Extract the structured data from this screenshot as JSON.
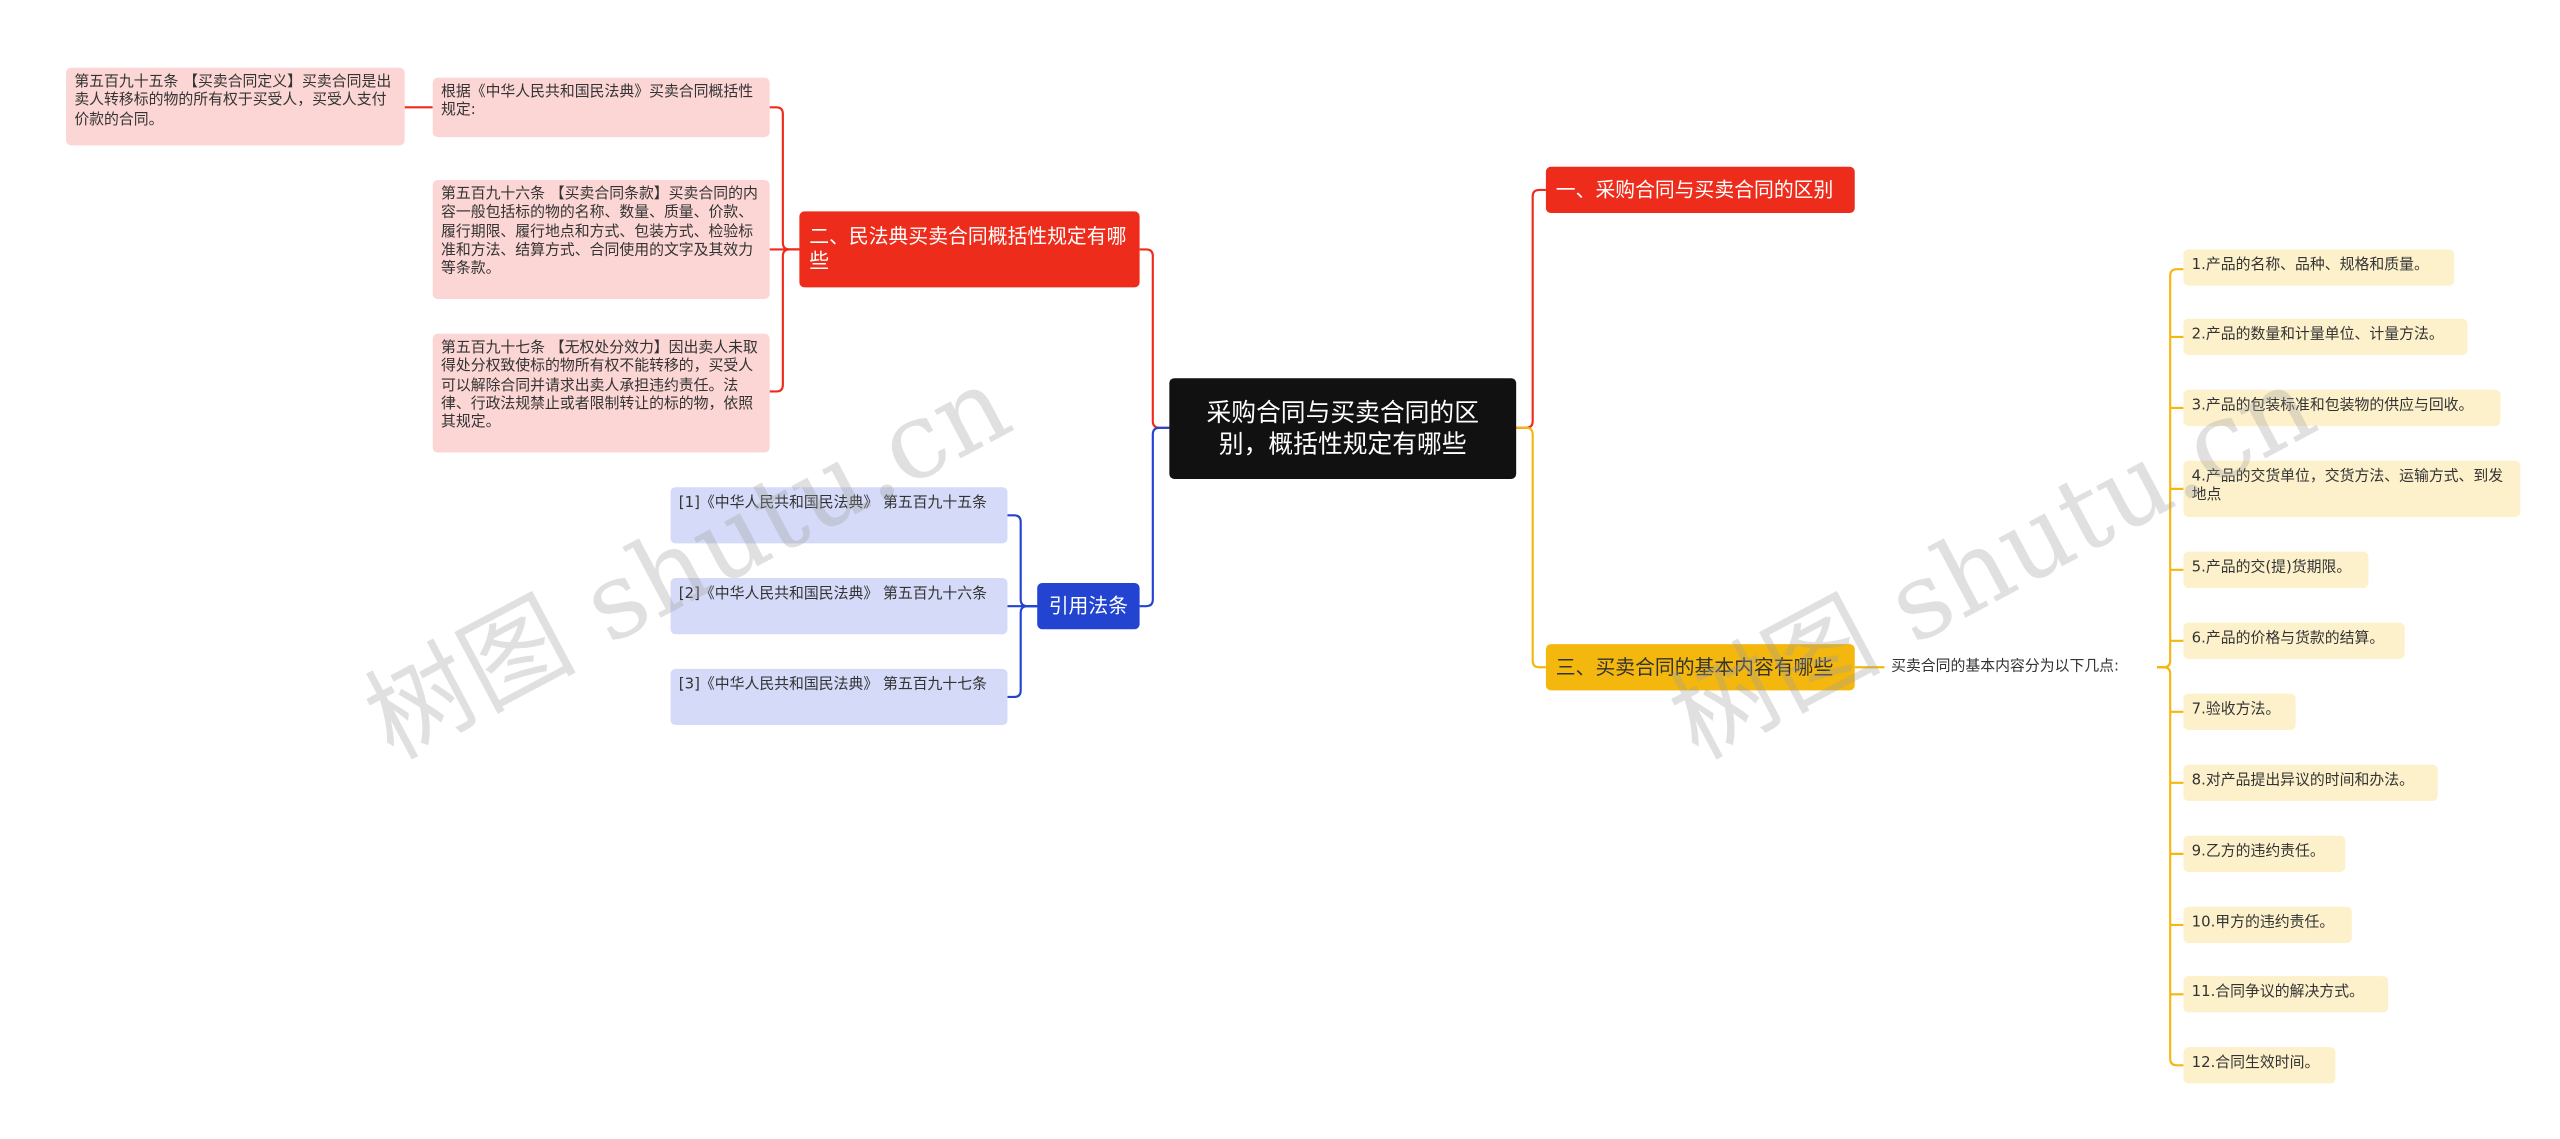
{
  "root": {
    "title": "采购合同与买卖合同的区别，概括性规定有哪些"
  },
  "branches": {
    "b1": {
      "title": "一、采购合同与买卖合同的区别"
    },
    "b2": {
      "title": "二、民法典买卖合同概括性规定有哪些",
      "intro": "根据《中华人民共和国民法典》买卖合同概括性规定:",
      "intro_detail": "第五百九十五条 【买卖合同定义】买卖合同是出卖人转移标的物的所有权于买受人，买受人支付价款的合同。",
      "article_596": "第五百九十六条 【买卖合同条款】买卖合同的内容一般包括标的物的名称、数量、质量、价款、履行期限、履行地点和方式、包装方式、检验标准和方法、结算方式、合同使用的文字及其效力等条款。",
      "article_597": "第五百九十七条 【无权处分效力】因出卖人未取得处分权致使标的物所有权不能转移的，买受人可以解除合同并请求出卖人承担违约责任。法律、行政法规禁止或者限制转让的标的物，依照其规定。"
    },
    "b3": {
      "title": "三、买卖合同的基本内容有哪些",
      "intro": "买卖合同的基本内容分为以下几点:",
      "items": [
        "1.产品的名称、品种、规格和质量。",
        "2.产品的数量和计量单位、计量方法。",
        "3.产品的包装标准和包装物的供应与回收。",
        "4.产品的交货单位，交货方法、运输方式、到发地点",
        "5.产品的交(提)货期限。",
        "6.产品的价格与货款的结算。",
        "7.验收方法。",
        "8.对产品提出异议的时间和办法。",
        "9.乙方的违约责任。",
        "10.甲方的违约责任。",
        "11.合同争议的解决方式。",
        "12.合同生效时间。"
      ]
    },
    "refs": {
      "title": "引用法条",
      "items": [
        "[1]《中华人民共和国民法典》 第五百九十五条",
        "[2]《中华人民共和国民法典》 第五百九十六条",
        "[3]《中华人民共和国民法典》 第五百九十七条"
      ]
    }
  },
  "watermark": "树图 shutu.cn",
  "colors": {
    "root": "#111111",
    "red": "#ee2c1c",
    "yellow": "#f3b70e",
    "blue": "#2244d0",
    "pink": "#fbd6d4",
    "lavender": "#d4daf7",
    "cream": "#fdf1cc"
  }
}
